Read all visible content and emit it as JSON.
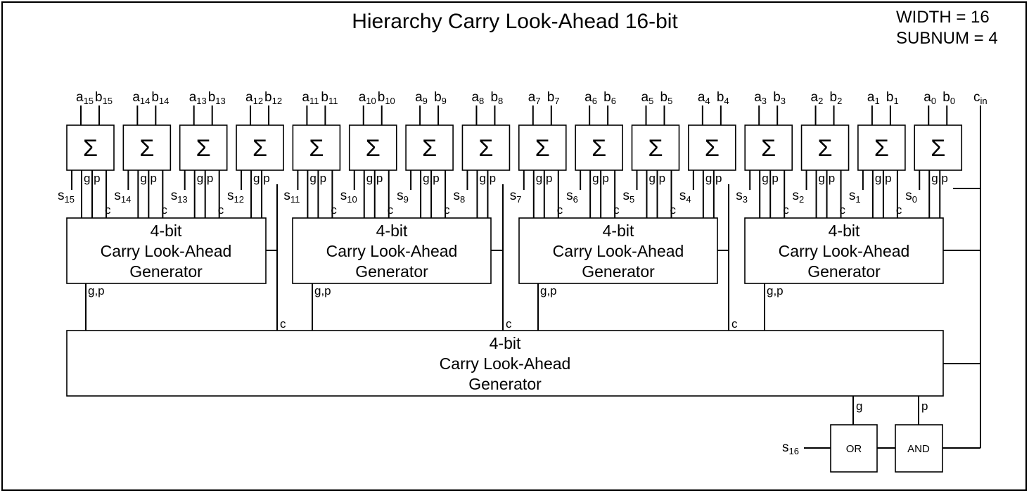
{
  "title": "Hierarchy Carry Look-Ahead 16-bit",
  "params": {
    "width_label": "WIDTH = 16",
    "subnum_label": "SUBNUM = 4"
  },
  "adder_symbol": "Σ",
  "gp_label": "g,p",
  "c_label": "c",
  "g_label": "g",
  "p_label": "p",
  "cin": {
    "base": "c",
    "sub": "in"
  },
  "adders": [
    {
      "a": "a",
      "ai": "15",
      "b": "b",
      "bi": "15",
      "s": "s",
      "si": "15"
    },
    {
      "a": "a",
      "ai": "14",
      "b": "b",
      "bi": "14",
      "s": "s",
      "si": "14"
    },
    {
      "a": "a",
      "ai": "13",
      "b": "b",
      "bi": "13",
      "s": "s",
      "si": "13"
    },
    {
      "a": "a",
      "ai": "12",
      "b": "b",
      "bi": "12",
      "s": "s",
      "si": "12"
    },
    {
      "a": "a",
      "ai": "11",
      "b": "b",
      "bi": "11",
      "s": "s",
      "si": "11"
    },
    {
      "a": "a",
      "ai": "10",
      "b": "b",
      "bi": "10",
      "s": "s",
      "si": "10"
    },
    {
      "a": "a",
      "ai": "9",
      "b": "b",
      "bi": "9",
      "s": "s",
      "si": "9"
    },
    {
      "a": "a",
      "ai": "8",
      "b": "b",
      "bi": "8",
      "s": "s",
      "si": "8"
    },
    {
      "a": "a",
      "ai": "7",
      "b": "b",
      "bi": "7",
      "s": "s",
      "si": "7"
    },
    {
      "a": "a",
      "ai": "6",
      "b": "b",
      "bi": "6",
      "s": "s",
      "si": "6"
    },
    {
      "a": "a",
      "ai": "5",
      "b": "b",
      "bi": "5",
      "s": "s",
      "si": "5"
    },
    {
      "a": "a",
      "ai": "4",
      "b": "b",
      "bi": "4",
      "s": "s",
      "si": "4"
    },
    {
      "a": "a",
      "ai": "3",
      "b": "b",
      "bi": "3",
      "s": "s",
      "si": "3"
    },
    {
      "a": "a",
      "ai": "2",
      "b": "b",
      "bi": "2",
      "s": "s",
      "si": "2"
    },
    {
      "a": "a",
      "ai": "1",
      "b": "b",
      "bi": "1",
      "s": "s",
      "si": "1"
    },
    {
      "a": "a",
      "ai": "0",
      "b": "b",
      "bi": "0",
      "s": "s",
      "si": "0"
    }
  ],
  "generators": [
    {
      "lines": [
        "4-bit",
        "Carry Look-Ahead",
        "Generator"
      ]
    },
    {
      "lines": [
        "4-bit",
        "Carry Look-Ahead",
        "Generator"
      ]
    },
    {
      "lines": [
        "4-bit",
        "Carry Look-Ahead",
        "Generator"
      ]
    },
    {
      "lines": [
        "4-bit",
        "Carry Look-Ahead",
        "Generator"
      ]
    }
  ],
  "top_generator": {
    "lines": [
      "4-bit",
      "Carry Look-Ahead",
      "Generator"
    ]
  },
  "output": {
    "base": "s",
    "sub": "16"
  },
  "gates": {
    "or_label": "OR",
    "and_label": "AND"
  }
}
